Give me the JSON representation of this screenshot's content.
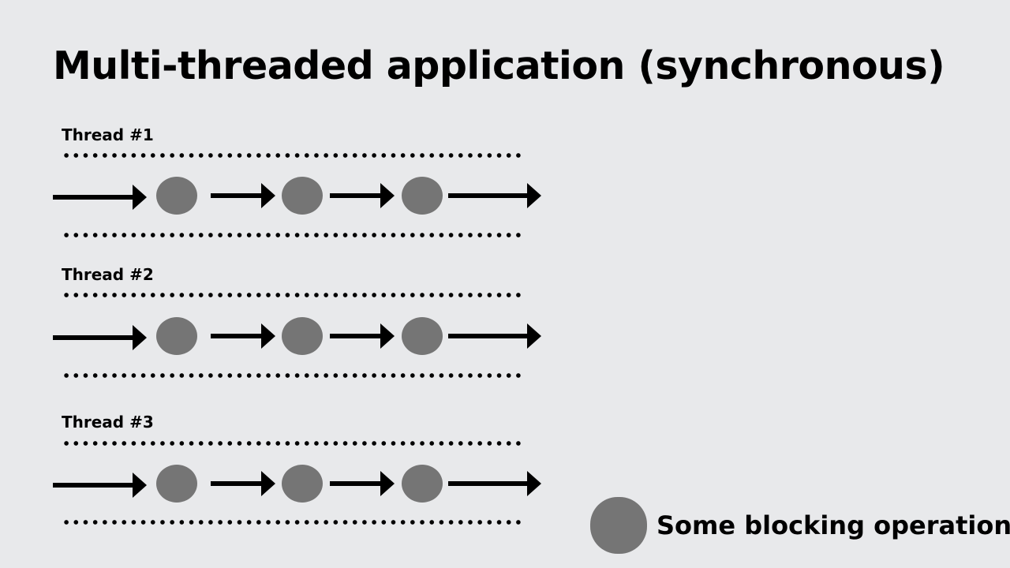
{
  "title": "Multi-threaded application (synchronous)",
  "threads": [
    {
      "label": "Thread #1",
      "blocking_operations": 3
    },
    {
      "label": "Thread #2",
      "blocking_operations": 3
    },
    {
      "label": "Thread #3",
      "blocking_operations": 3
    }
  ],
  "legend": {
    "label": "Some blocking operation",
    "color": "#757575"
  },
  "colors": {
    "background": "#e8e9eb",
    "arrow": "#000000",
    "blocking": "#757575"
  }
}
